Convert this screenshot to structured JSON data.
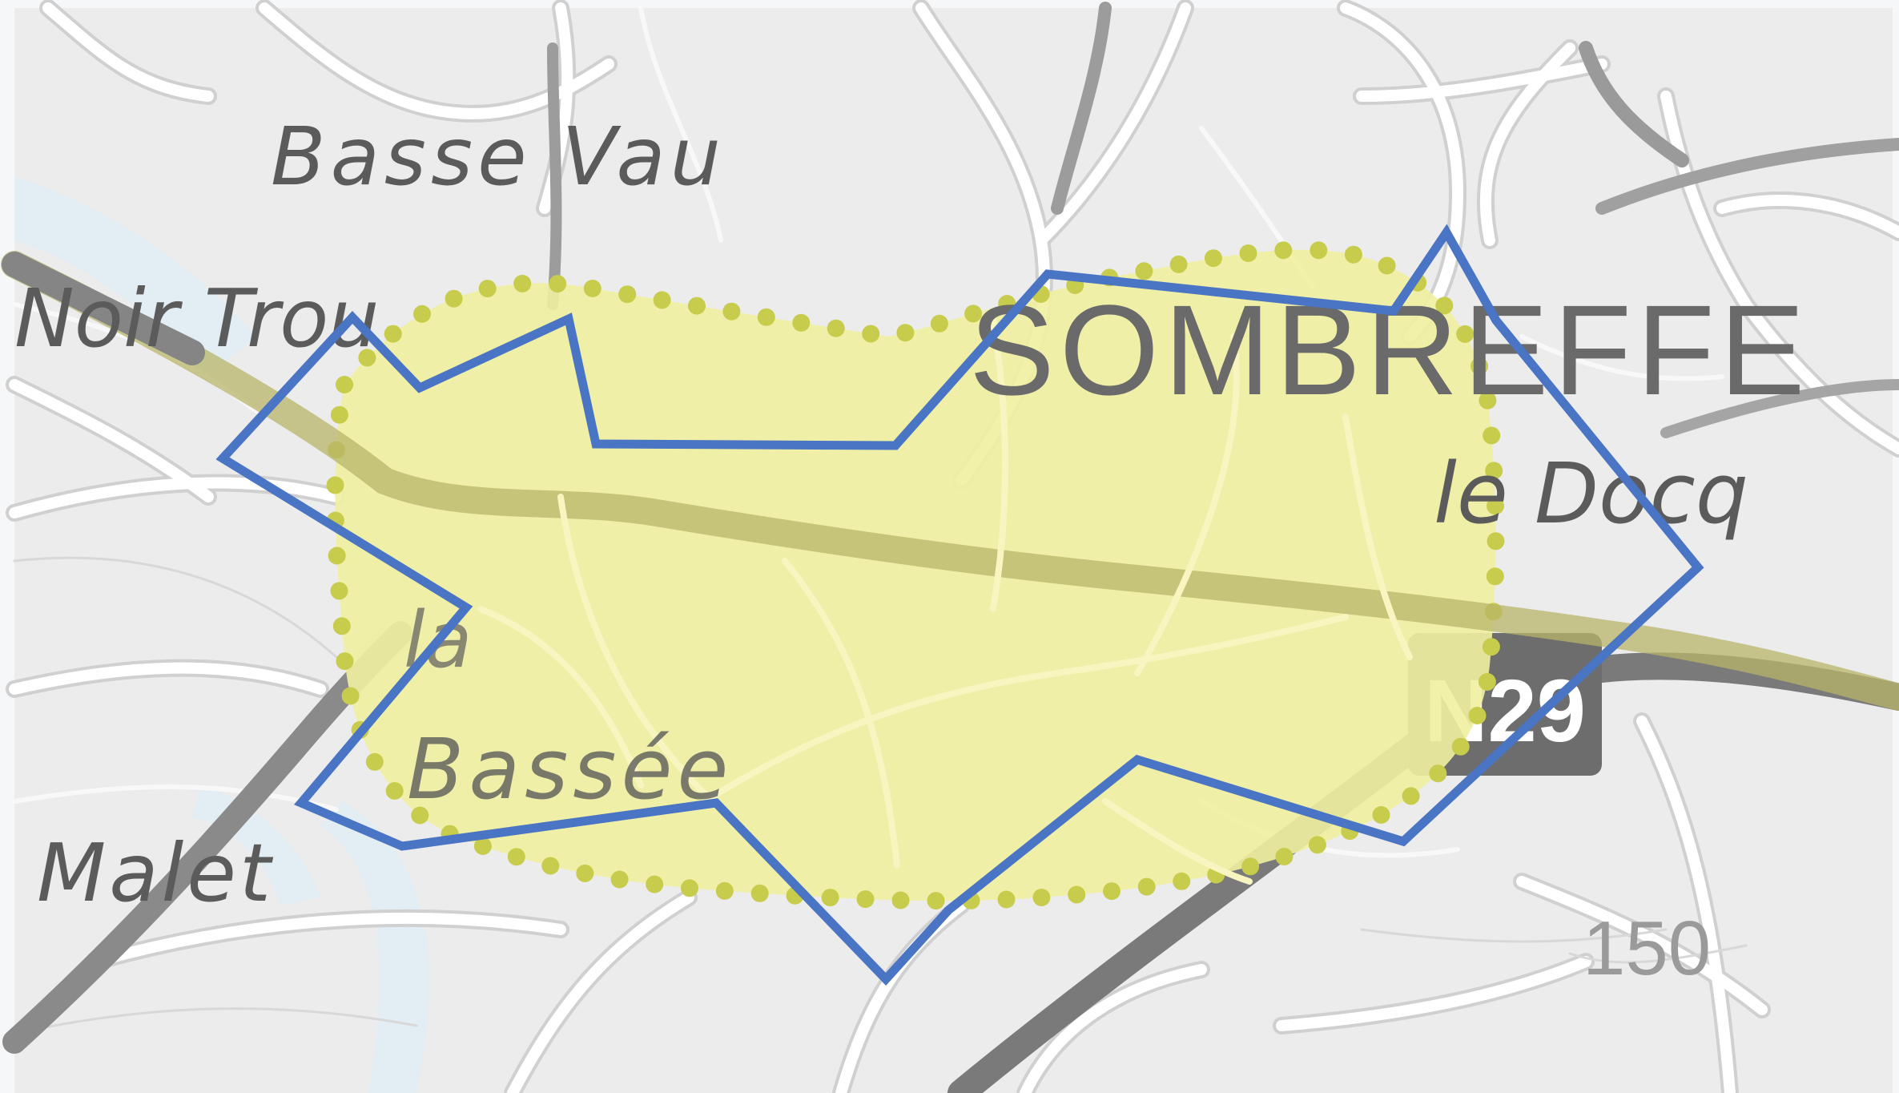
{
  "map": {
    "labels": {
      "basse_vau": "Basse Vau",
      "noir_trou": "Noir Trou",
      "sombreffe": "SOMBREFFE",
      "le_docq": "le Docq",
      "la": "la",
      "bassee": "Bassée",
      "malet": "Malet",
      "contour_150": "150",
      "route_shield": "N29"
    },
    "colors": {
      "background": "#f2f4f5",
      "land": "#ececec",
      "road": "#ffffff",
      "main_road": "#7c7c7c",
      "highlight_fill": "#f1f0a0",
      "highlight_dots": "#c8cc4c",
      "outline": "#4a74c4",
      "water": "#dfeef7",
      "text": "#5b5b5b"
    },
    "icons": {
      "highlight_area": "dotted-yellow-area",
      "selection_polygon": "blue-outline-polygon",
      "route_shield": "road-shield"
    }
  }
}
